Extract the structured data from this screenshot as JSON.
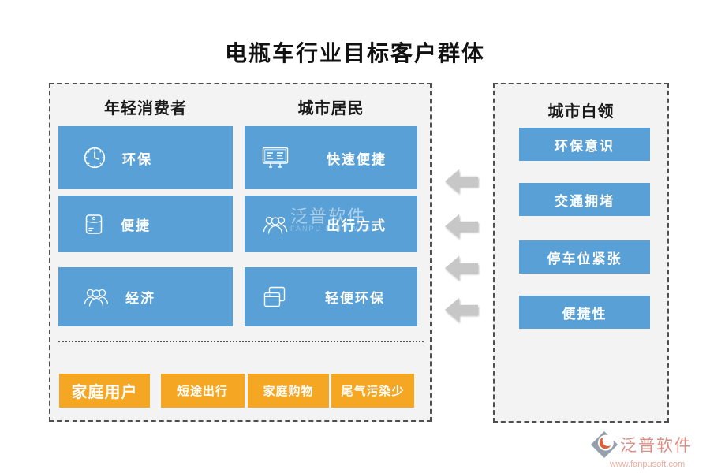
{
  "title": "电瓶车行业目标客户群体",
  "colors": {
    "card_blue": "#58A0D5",
    "tag_orange": "#F5A623",
    "panel_bg": "#F3F3F3",
    "dash_border": "#4f4f4f",
    "arrow_gray": "#C7C7C7",
    "brand_text": "#D98F85"
  },
  "left_panel": {
    "columns": [
      {
        "header": "年轻消费者",
        "items": [
          {
            "icon": "clock-icon",
            "label": "环保"
          },
          {
            "icon": "envelope-icon",
            "label": "便捷"
          },
          {
            "icon": "people-icon",
            "label": "经济"
          }
        ]
      },
      {
        "header": "城市居民",
        "items": [
          {
            "icon": "board-icon",
            "label": "快速便捷"
          },
          {
            "icon": "people-icon",
            "label": "出行方式"
          },
          {
            "icon": "windows-icon",
            "label": "轻便环保"
          }
        ]
      }
    ],
    "tags": [
      "家庭用户",
      "短途出行",
      "家庭购物",
      "尾气污染少"
    ]
  },
  "right_panel": {
    "header": "城市白领",
    "items": [
      "环保意识",
      "交通拥堵",
      "停车位紧张",
      "便捷性"
    ]
  },
  "flow": {
    "arrow_icon": "arrow-left-icon",
    "arrow_count": 4,
    "direction": "right-to-left"
  },
  "watermark": {
    "text": "泛普软件",
    "subtext": "FANPU SOFTWARE"
  },
  "footer_logo": {
    "brand": "泛普软件",
    "website": "www.fanpusoft.com"
  }
}
